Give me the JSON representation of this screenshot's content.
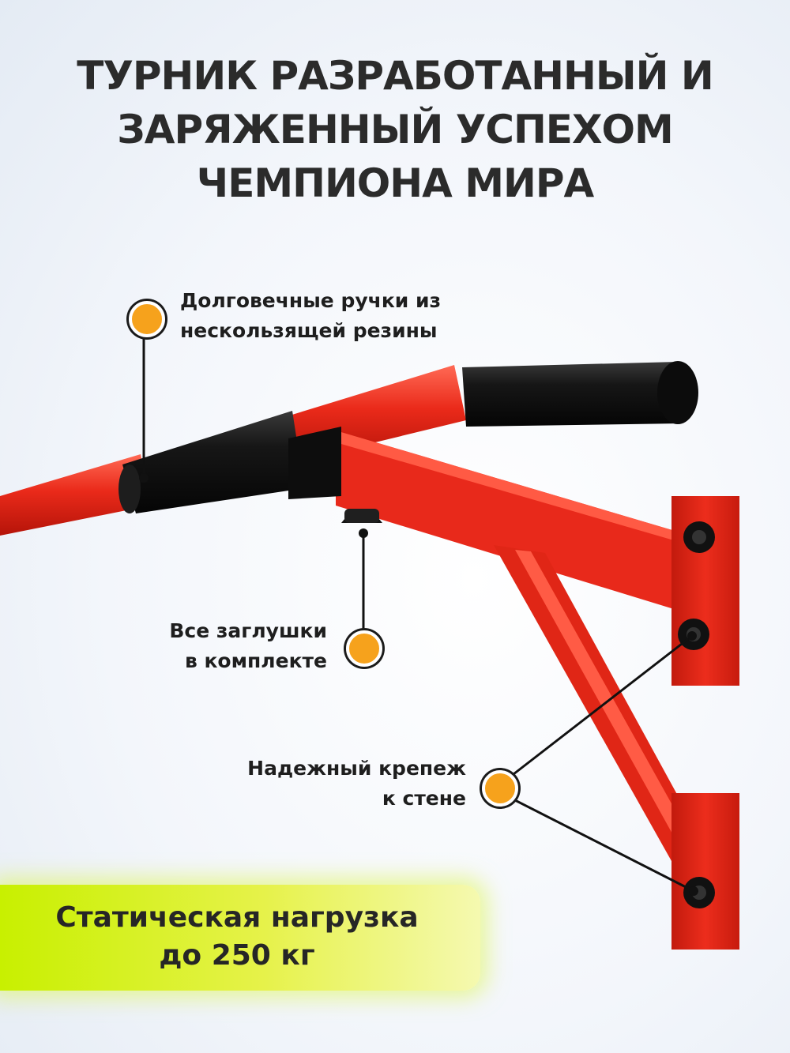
{
  "headline": {
    "line1": "ТУРНИК РАЗРАБОТАННЫЙ И",
    "line2": "ЗАРЯЖЕННЫЙ УСПЕХОМ",
    "line3": "ЧЕМПИОНА МИРА"
  },
  "callouts": {
    "handles": {
      "line1": "Долговечные ручки из",
      "line2": "нескользящей резины"
    },
    "caps": {
      "line1": "Все заглушки",
      "line2": "в комплекте"
    },
    "mount": {
      "line1": "Надежный крепеж",
      "line2": "к стене"
    }
  },
  "load_badge": {
    "line1": "Статическая нагрузка",
    "line2": "до 250 кг"
  },
  "colors": {
    "frame_red": "#e8291b",
    "grip_black": "#141414",
    "marker_orange": "#f6a21c",
    "badge_green": "#c8f000"
  }
}
